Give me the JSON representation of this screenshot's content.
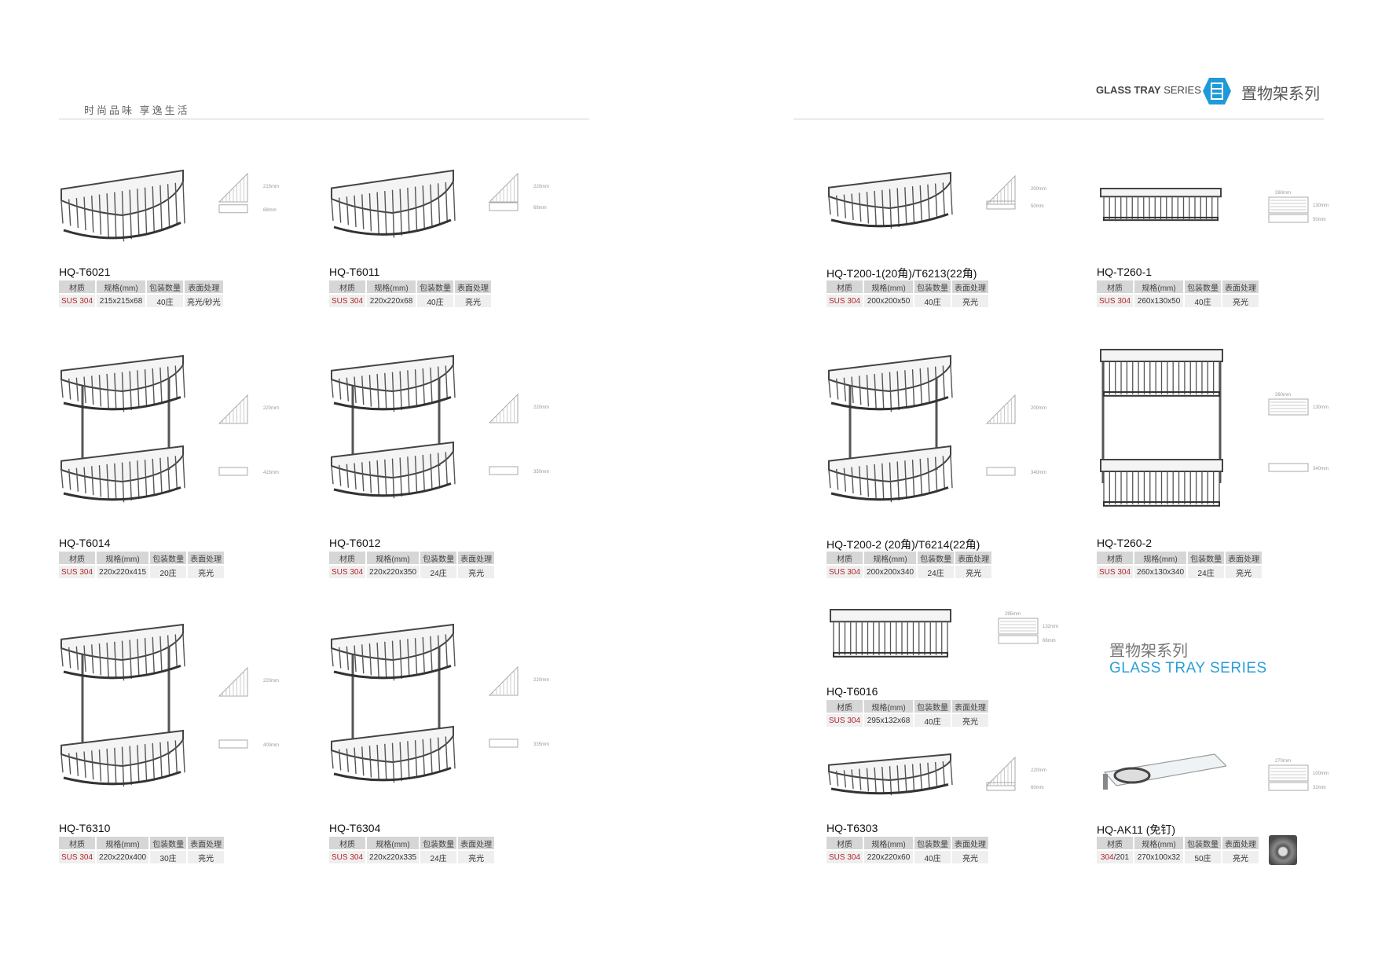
{
  "header": {
    "tagline": "时尚品味  享逸生活",
    "series_en_bold": "GLASS TRAY",
    "series_en_light": "SERIES",
    "series_cn": "置物架系列",
    "accent_color": "#1f9ad9"
  },
  "section_label": {
    "cn": "置物架系列",
    "en": "GLASS TRAY SERIES"
  },
  "table_headers": [
    "材质",
    "规格(mm)",
    "包装数量",
    "表面处理"
  ],
  "products": [
    {
      "name": "HQ-T6021",
      "material_red": "SUS 304",
      "material_rest": "",
      "size": "215x215x68",
      "pack": "40庄",
      "finish": "亮光/砂光",
      "shape": "corner",
      "dims": [
        "215mm",
        "68mm"
      ]
    },
    {
      "name": "HQ-T6011",
      "material_red": "SUS 304",
      "material_rest": "",
      "size": "220x220x68",
      "pack": "40庄",
      "finish": "亮光",
      "shape": "corner",
      "dims": [
        "220mm",
        "68mm"
      ]
    },
    {
      "name": "HQ-T6014",
      "material_red": "SUS 304",
      "material_rest": "",
      "size": "220x220x415",
      "pack": "20庄",
      "finish": "亮光",
      "shape": "corner2",
      "dims": [
        "220mm",
        "415mm"
      ]
    },
    {
      "name": "HQ-T6012",
      "material_red": "SUS 304",
      "material_rest": "",
      "size": "220x220x350",
      "pack": "24庄",
      "finish": "亮光",
      "shape": "corner2",
      "dims": [
        "220mm",
        "350mm"
      ]
    },
    {
      "name": "HQ-T6310",
      "material_red": "SUS 304",
      "material_rest": "",
      "size": "220x220x400",
      "pack": "30庄",
      "finish": "亮光",
      "shape": "corner2",
      "dims": [
        "220mm",
        "400mm"
      ]
    },
    {
      "name": "HQ-T6304",
      "material_red": "SUS 304",
      "material_rest": "",
      "size": "220x220x335",
      "pack": "24庄",
      "finish": "亮光",
      "shape": "corner2",
      "dims": [
        "220mm",
        "335mm"
      ]
    },
    {
      "name": "HQ-T200-1(20角)/T6213(22角)",
      "material_red": "SUS 304",
      "material_rest": "",
      "size": "200x200x50",
      "pack": "40庄",
      "finish": "亮光",
      "shape": "corner",
      "dims": [
        "200mm",
        "50mm"
      ]
    },
    {
      "name": "HQ-T260-1",
      "material_red": "SUS 304",
      "material_rest": "",
      "size": "260x130x50",
      "pack": "40庄",
      "finish": "亮光",
      "shape": "rect",
      "dims": [
        "260mm",
        "130mm",
        "50mm"
      ]
    },
    {
      "name": "HQ-T200-2 (20角)/T6214(22角)",
      "material_red": "SUS 304",
      "material_rest": "",
      "size": "200x200x340",
      "pack": "24庄",
      "finish": "亮光",
      "shape": "corner2",
      "dims": [
        "200mm",
        "340mm"
      ]
    },
    {
      "name": "HQ-T260-2",
      "material_red": "SUS 304",
      "material_rest": "",
      "size": "260x130x340",
      "pack": "24庄",
      "finish": "亮光",
      "shape": "rect2",
      "dims": [
        "260mm",
        "130mm",
        "340mm"
      ]
    },
    {
      "name": "HQ-T6016",
      "material_red": "SUS 304",
      "material_rest": "",
      "size": "295x132x68",
      "pack": "40庄",
      "finish": "亮光",
      "shape": "rect",
      "dims": [
        "295mm",
        "132mm",
        "68mm"
      ]
    },
    {
      "name": "HQ-T6303",
      "material_red": "SUS 304",
      "material_rest": "",
      "size": "220x220x60",
      "pack": "40庄",
      "finish": "亮光",
      "shape": "corner",
      "dims": [
        "220mm",
        "60mm"
      ]
    },
    {
      "name": "HQ-AK11 (免钉)",
      "material_red": "304",
      "material_rest": "/201",
      "size": "270x100x32",
      "pack": "50庄",
      "finish": "亮光",
      "shape": "tray",
      "dims": [
        "270mm",
        "100mm",
        "32mm"
      ]
    }
  ]
}
